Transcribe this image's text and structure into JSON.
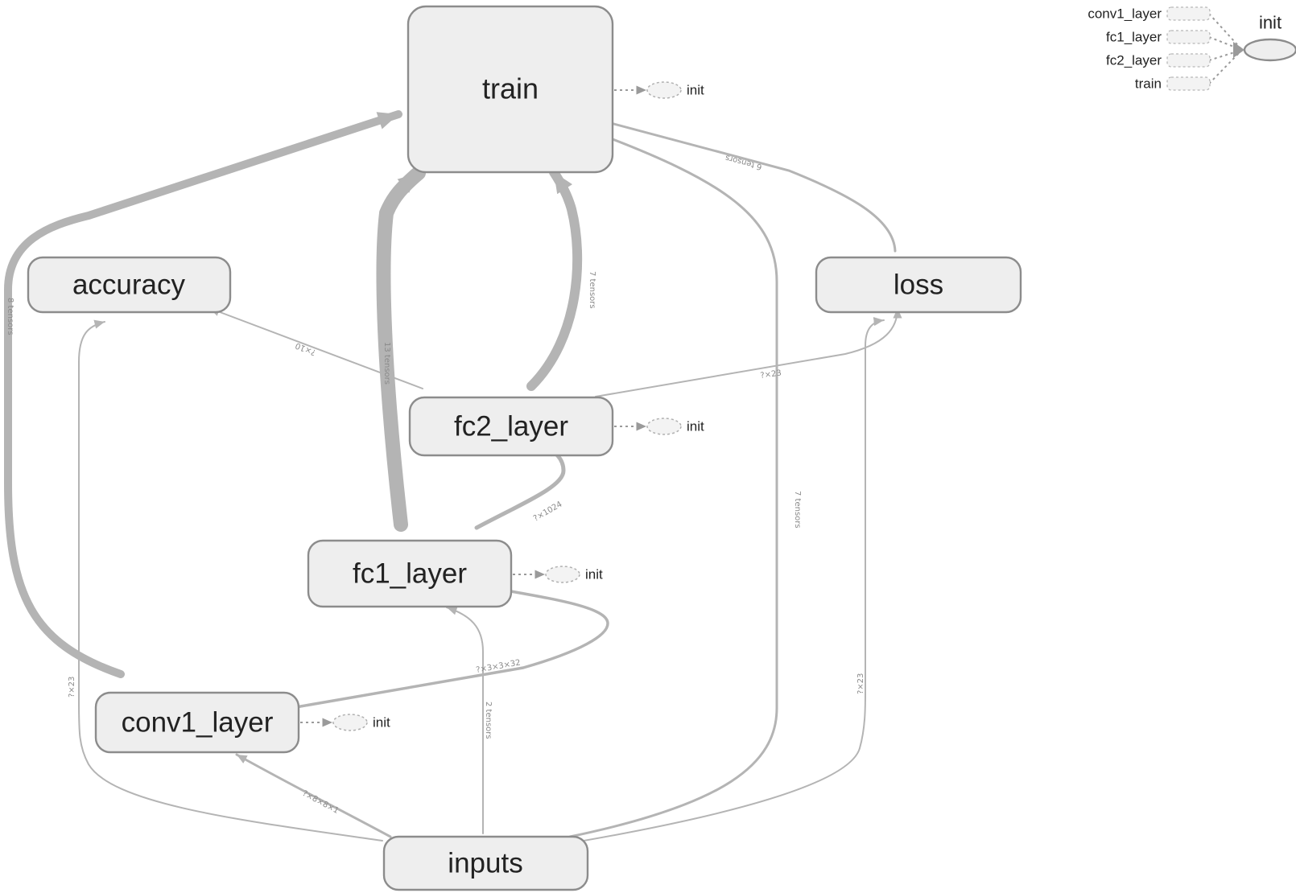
{
  "nodes": {
    "train": "train",
    "accuracy": "accuracy",
    "loss": "loss",
    "fc2_layer": "fc2_layer",
    "fc1_layer": "fc1_layer",
    "conv1_layer": "conv1_layer",
    "inputs": "inputs"
  },
  "edge_labels": {
    "conv1_to_train": "8 tensors",
    "fc1_to_train": "13 tensors",
    "fc2_to_train": "7 tensors",
    "loss_to_train": "6 tensors",
    "inputs_to_train": "7 tensors",
    "fc2_to_accuracy": "?×10",
    "fc2_to_loss": "?×23",
    "fc1_to_fc2": "?×1024",
    "conv1_to_fc1": "?×3×3×32",
    "inputs_to_fc1": "2 tensors",
    "inputs_to_conv1": "?×8×8×1",
    "inputs_to_accuracy": "?×23",
    "inputs_to_loss": "?×23"
  },
  "init_label": "init",
  "legend": {
    "title": "init",
    "items": [
      "conv1_layer",
      "fc1_layer",
      "fc2_layer",
      "train"
    ]
  },
  "colors": {
    "node_fill": "#eeeeee",
    "node_stroke": "#8c8c8c",
    "edge": "#b4b4b4"
  }
}
